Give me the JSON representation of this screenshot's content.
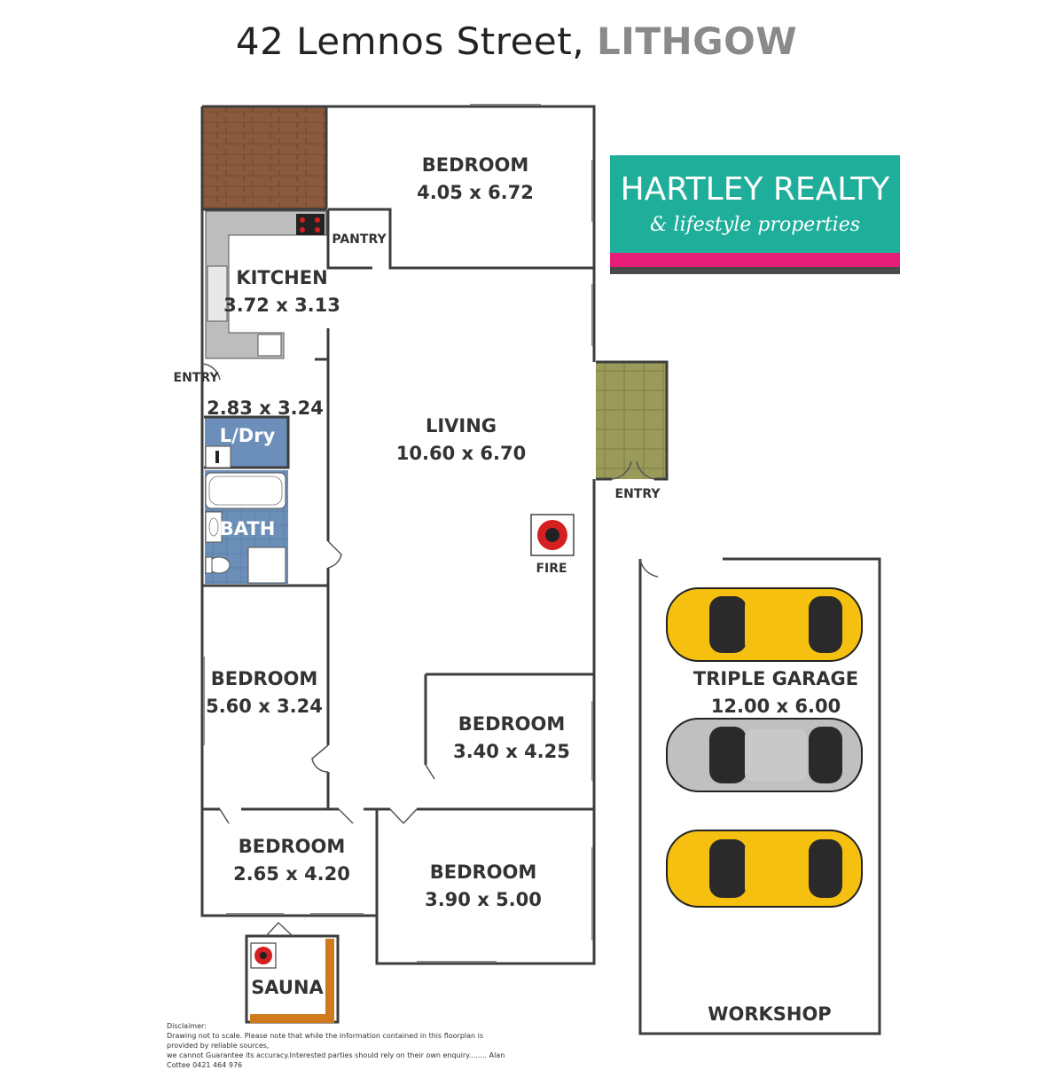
{
  "header": {
    "street": "42 Lemnos Street,",
    "suburb": "LITHGOW"
  },
  "logo": {
    "name": "HARTLEY REALTY",
    "tagline": "& lifestyle properties",
    "brand_color": "#1fae9a",
    "accent_color": "#e61e78"
  },
  "rooms": {
    "bedroom_top": {
      "name": "BEDROOM",
      "size": "4.05 x 6.72"
    },
    "kitchen": {
      "name": "KITCHEN",
      "size": "3.72 x 3.13"
    },
    "pantry": {
      "name": "PANTRY"
    },
    "entry_left": {
      "name": "ENTRY"
    },
    "laundry": {
      "size": "2.83 x 3.24",
      "name": "L/Dry"
    },
    "bath": {
      "name": "BATH"
    },
    "living": {
      "name": "LIVING",
      "size": "10.60 x 6.70"
    },
    "entry_right": {
      "name": "ENTRY"
    },
    "fire": {
      "name": "FIRE"
    },
    "bedroom_left": {
      "name": "BEDROOM",
      "size": "5.60 x 3.24"
    },
    "bedroom_mid": {
      "name": "BEDROOM",
      "size": "3.40 x 4.25"
    },
    "bedroom_small": {
      "name": "BEDROOM",
      "size": "2.65 x 4.20"
    },
    "bedroom_bottom": {
      "name": "BEDROOM",
      "size": "3.90 x 5.00"
    },
    "sauna": {
      "name": "SAUNA"
    },
    "garage": {
      "name": "TRIPLE GARAGE",
      "size": "12.00 x 6.00"
    },
    "workshop": {
      "name": "WORKSHOP"
    }
  },
  "colors": {
    "deck": "#8b5a3c",
    "entry_tiles": "#9a9a5a",
    "wet_area": "#6b8fb8",
    "sauna_wall": "#d07a1e",
    "fire_red": "#d42020",
    "car_yellow": "#f5c00f",
    "car_silver": "#c0c0c0"
  },
  "disclaimer": {
    "heading": "Disclaimer:",
    "line1": "Drawing not to scale. Please note that while the information contained in this floorplan is provided by reliable sources,",
    "line2": "we cannot Guarantee its accuracy.Interested parties should rely on their own enquiry........ Alan Cottee 0421 464 976"
  }
}
